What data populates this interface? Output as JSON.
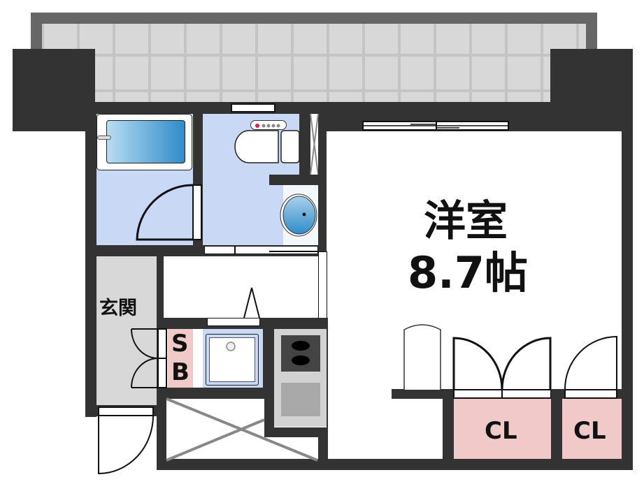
{
  "floorplan": {
    "rooms": {
      "western_room": {
        "name": "洋室",
        "size": "8.7帖"
      },
      "entrance": {
        "name": "玄関"
      },
      "shoe_box": {
        "line1": "S",
        "line2": "B"
      },
      "closet_1": {
        "name": "CL"
      },
      "closet_2": {
        "name": "CL"
      }
    },
    "colors": {
      "wall": "#333333",
      "balcony_rail": "#666666",
      "balcony_floor": "#d8d8d8",
      "wet_area_floor": "#c9d9f5",
      "entrance_floor": "#d8d8d8",
      "closet_fill": "#f2c9c9",
      "bathtub_water": "#3a95cc",
      "remote_indicator": "#cc2255"
    },
    "fixtures": [
      "balcony",
      "unit-bath",
      "toilet",
      "washbasin",
      "washing-machine-space",
      "kitchen-sink",
      "two-burner-stove",
      "refrigerator-space",
      "entrance-door",
      "shoe-box",
      "closet",
      "closet"
    ]
  }
}
